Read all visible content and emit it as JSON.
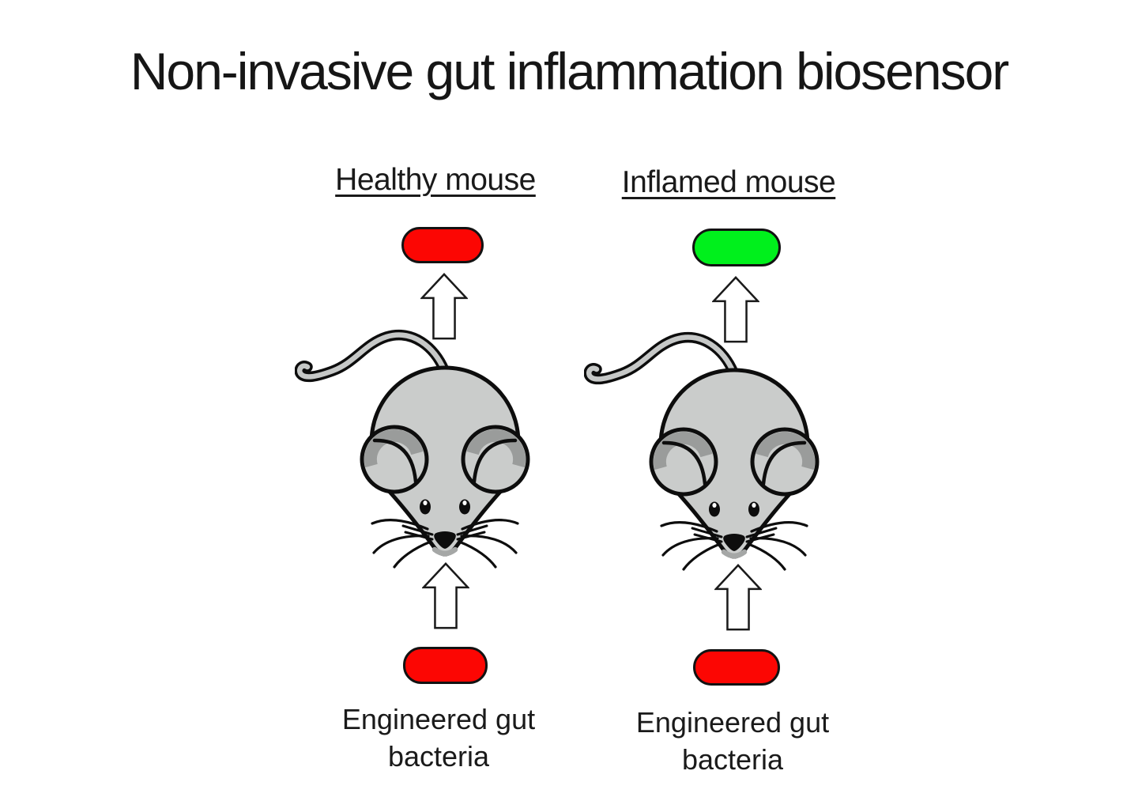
{
  "title": "Non-invasive gut inflammation biosensor",
  "columns": {
    "healthy": {
      "header": "Healthy mouse",
      "output_pill": {
        "state": "red",
        "color": "#fc0603"
      },
      "input_pill": {
        "state": "red",
        "color": "#fc0603"
      },
      "input_label_line1": "Engineered gut",
      "input_label_line2": "bacteria"
    },
    "inflamed": {
      "header": "Inflamed mouse",
      "output_pill": {
        "state": "green",
        "color": "#00f01c"
      },
      "input_pill": {
        "state": "red",
        "color": "#fc0603"
      },
      "input_label_line1": "Engineered gut",
      "input_label_line2": "bacteria"
    }
  },
  "icons": {
    "arrow": "arrow-up-icon",
    "mouse": "mouse-top-view-icon"
  },
  "colors": {
    "background": "#ffffff",
    "outline": "#0d0d0d",
    "arrow_fill": "#ffffff",
    "mouse_body": "#cacccb",
    "mouse_inner_ear": "#9a9c9b",
    "mouse_tail": "#c6c8c7",
    "mouse_chin_shadow": "#a5a7a6"
  }
}
